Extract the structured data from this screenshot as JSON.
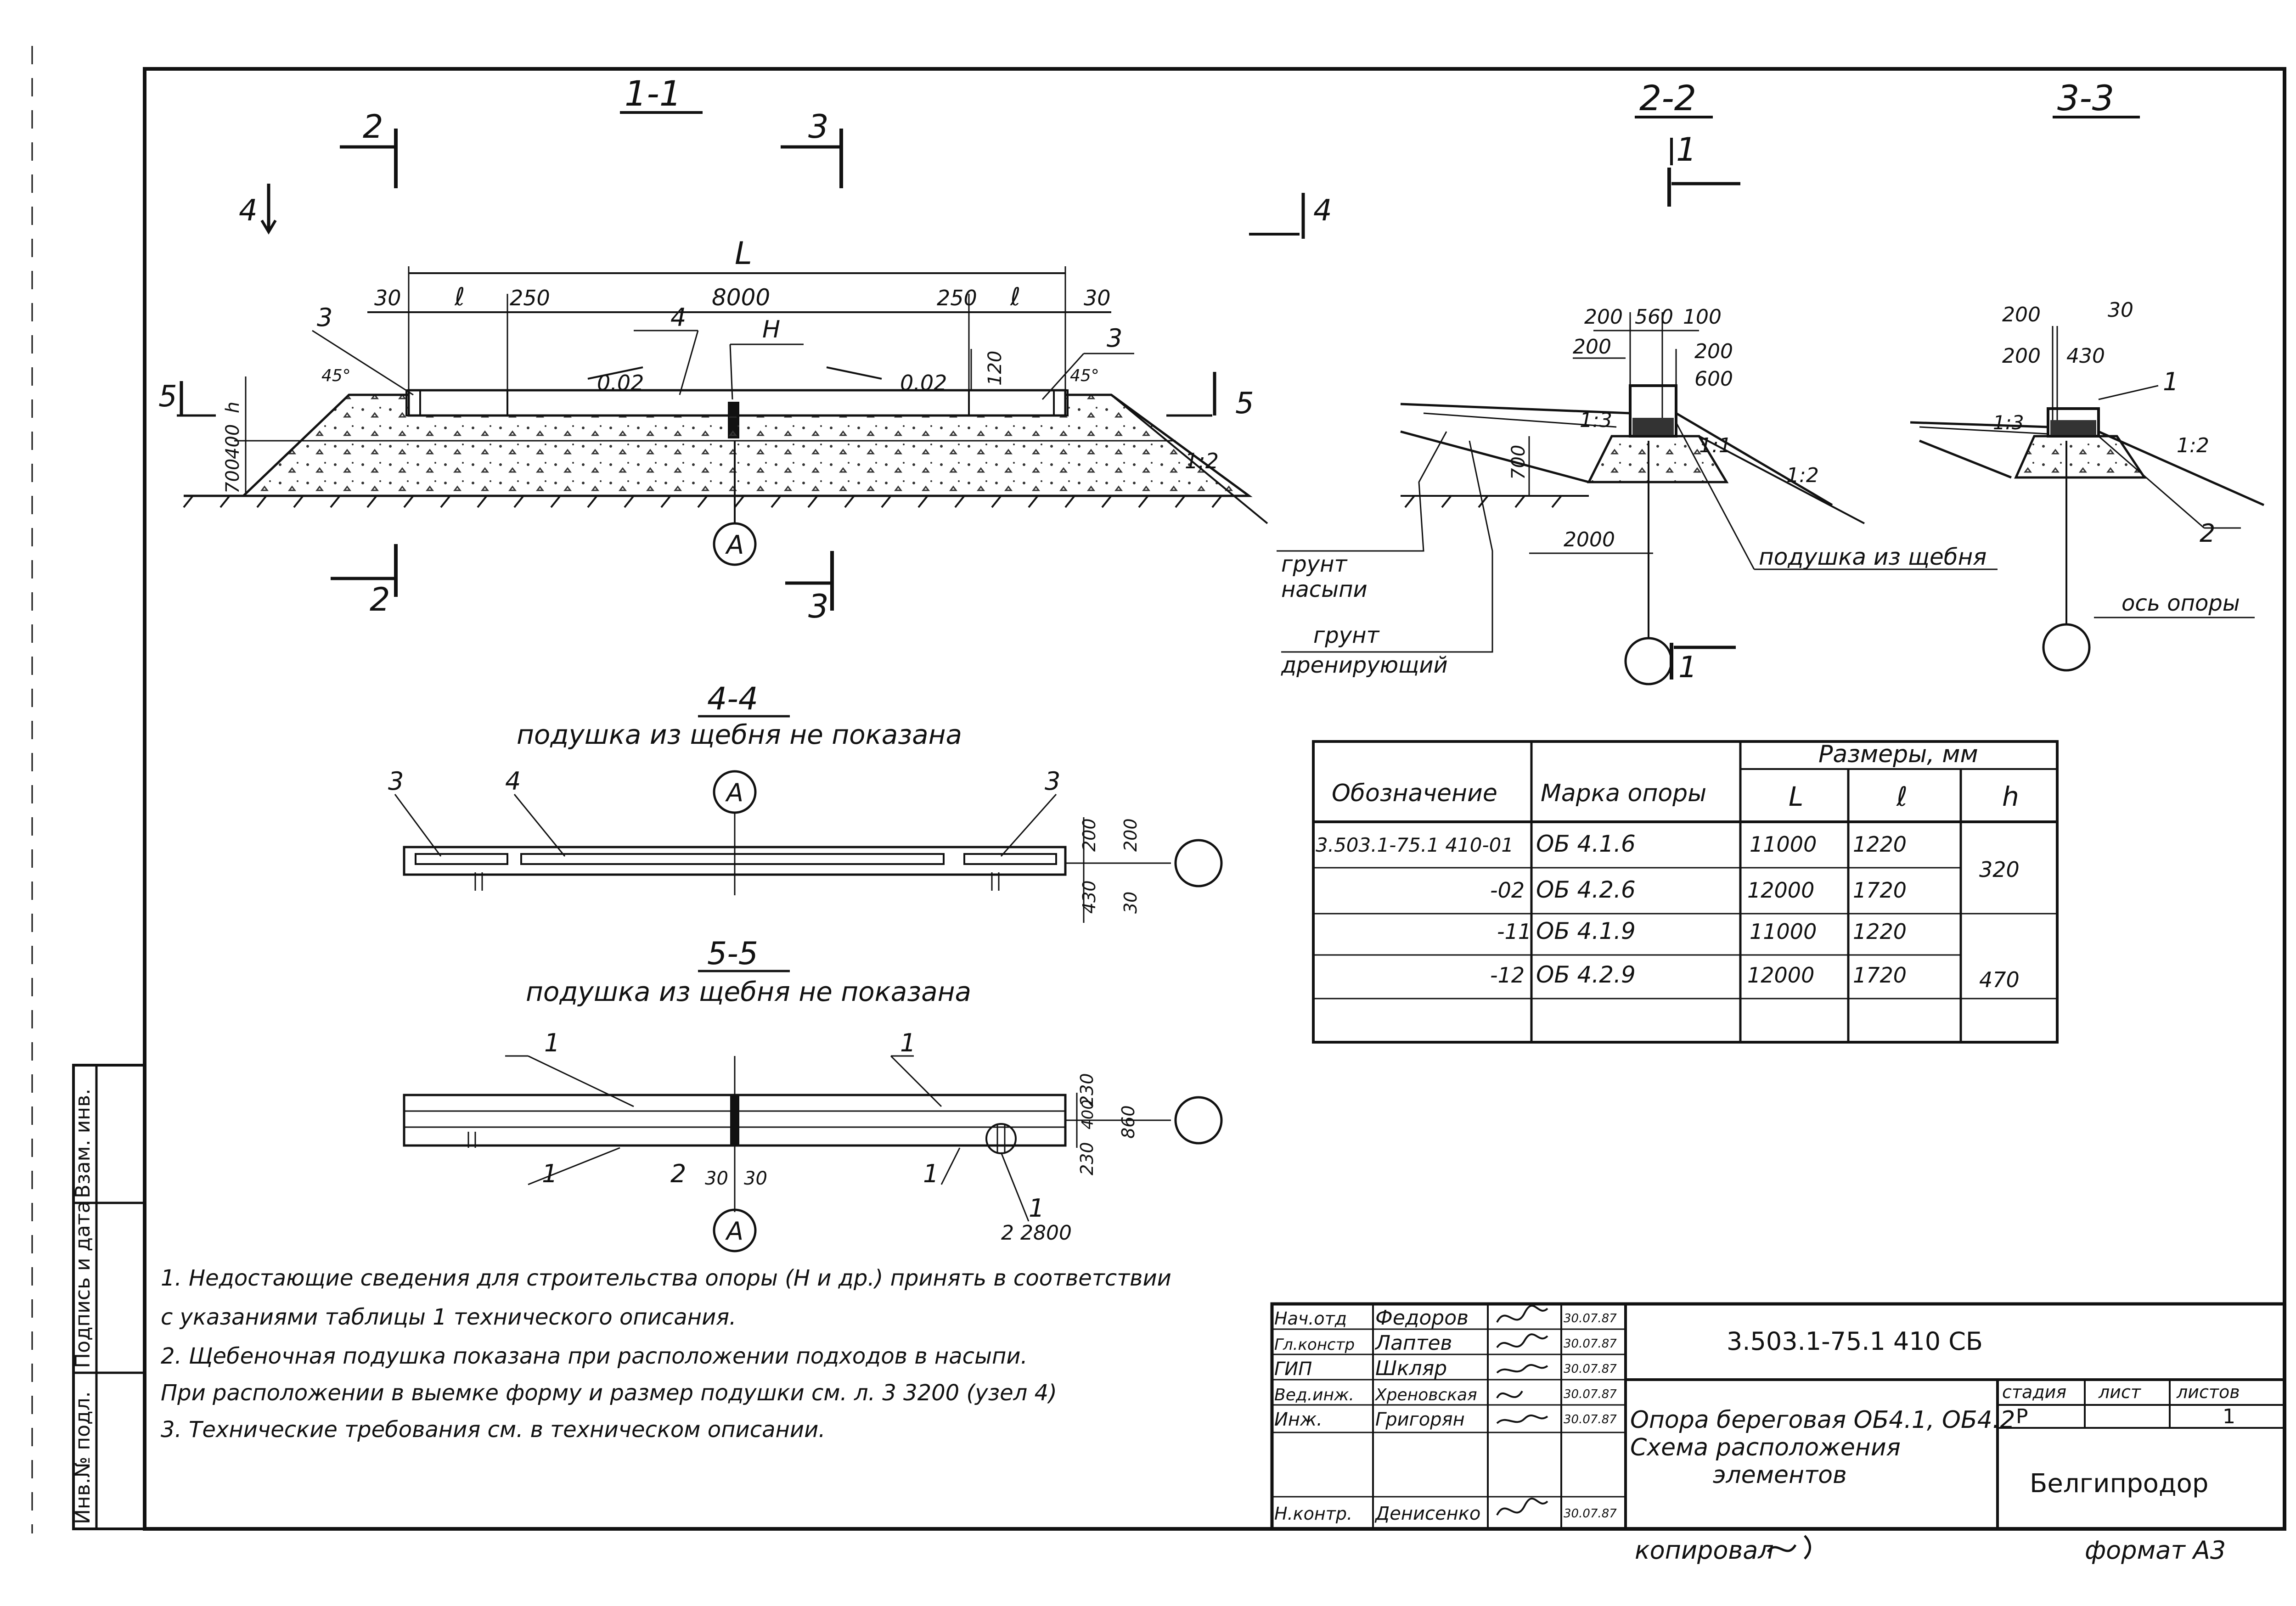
{
  "views": {
    "section_1_1": {
      "title": "1-1",
      "dims": {
        "L": "L",
        "d30a": "30",
        "l1": "ℓ",
        "d250a": "250",
        "d8000": "8000",
        "d250b": "250",
        "l2": "ℓ",
        "d30b": "30",
        "d120": "120",
        "h": "h",
        "d400": "400",
        "d700": "700"
      },
      "slope_left": "0.02",
      "slope_right": "0.02",
      "slope_embank": "1:2",
      "angle_left": "45°",
      "angle_right": "45°",
      "labels": {
        "c3a": "3",
        "c4": "4",
        "cH": "H",
        "c3b": "3"
      },
      "cuts": {
        "c2top": "2",
        "c3top": "3",
        "c4left": "4",
        "c4right": "4",
        "c5left": "5",
        "c5right": "5",
        "c2bot": "2",
        "c3bot": "3"
      },
      "axis": "A"
    },
    "section_2_2": {
      "title": "2-2",
      "dims": {
        "d200a": "200",
        "d560": "560",
        "d100": "100",
        "d200b": "200",
        "d200c": "200",
        "d600": "600",
        "d700": "700",
        "d2000": "2000"
      },
      "slope_a": "1:3",
      "slope_b": "1:1",
      "slope_c": "1:2",
      "cut": "1",
      "cut_bottom": "1",
      "labels": {
        "fill_soil_1": "грунт",
        "fill_soil_2": "насыпи",
        "drain_soil_1": "грунт",
        "drain_soil_2": "дренирующий",
        "cushion": "подушка из щебня"
      }
    },
    "section_3_3": {
      "title": "3-3",
      "dims": {
        "d200a": "200",
        "d30": "30",
        "d200b": "200",
        "d430": "430"
      },
      "slope_a": "1:3",
      "slope_b": "1:2",
      "labels": {
        "c1": "1",
        "c2": "2",
        "axis": "ось опоры"
      }
    },
    "section_4_4": {
      "title": "4-4",
      "subtitle": "подушка из щебня не показана",
      "axis": "A",
      "labels": {
        "c3a": "3",
        "c4": "4",
        "c3b": "3"
      },
      "dims": {
        "d200a": "200",
        "d200b": "200",
        "d430": "430",
        "d30": "30"
      }
    },
    "section_5_5": {
      "title": "5-5",
      "subtitle": "подушка из щебня не показана",
      "axis": "A",
      "labels": {
        "c1a": "1",
        "c1b": "1",
        "c1c": "1",
        "c1d": "1",
        "c1e": "1",
        "c2": "2",
        "d30a": "30",
        "d30b": "30",
        "d2800": "2 2800"
      },
      "dims": {
        "d230a": "230",
        "d400": "400",
        "d860": "860",
        "d230b": "230"
      }
    }
  },
  "table": {
    "headers": {
      "designation": "Обозначение",
      "brand": "Марка опоры",
      "sizes": "Размеры, мм",
      "L": "L",
      "l": "ℓ",
      "h": "h"
    },
    "rows": [
      {
        "designation": "3.503.1-75.1 410-01",
        "brand": "ОБ 4.1.6",
        "L": "11000",
        "l": "1220"
      },
      {
        "designation": "-02",
        "brand": "ОБ 4.2.6",
        "L": "12000",
        "l": "1720"
      },
      {
        "designation": "-11",
        "brand": "ОБ 4.1.9",
        "L": "11000",
        "l": "1220"
      },
      {
        "designation": "-12",
        "brand": "ОБ 4.2.9",
        "L": "12000",
        "l": "1720"
      }
    ],
    "h_values": [
      "320",
      "470"
    ]
  },
  "notes": [
    "1. Недостающие сведения для строительства опоры (Н и др.) принять в соответствии",
    "с указаниями таблицы 1 технического описания.",
    "2. Щебеночная подушка показана при расположении подходов в насыпи.",
    "При расположении в выемке форму и размер подушки см. л. 3 3200 (узел 4)",
    "3. Технические требования см. в техническом описании."
  ],
  "title_block": {
    "roles": [
      "Нач.отд",
      "Гл.констр",
      "ГИП",
      "Вед.инж.",
      "Инж.",
      "Н.контр."
    ],
    "names": [
      "Федоров",
      "Лаптев",
      "Шкляр",
      "Хреновская",
      "Григорян",
      "Денисенко"
    ],
    "dates": [
      "30.07.87",
      "30.07.87",
      "30.07.87",
      "30.07.87",
      "30.07.87",
      "30.07.87"
    ],
    "code": "3.503.1-75.1 410 СБ",
    "name_1": "Опора береговая ОБ4.1, ОБ4.2",
    "name_2": "Схема расположения",
    "name_3": "элементов",
    "stage_h": "стадия",
    "sheet_h": "лист",
    "sheets_h": "листов",
    "stage": "Р",
    "sheets": "1",
    "org": "Белгипродор",
    "copied": "копировал",
    "format": "формат А3"
  },
  "side_stamp": {
    "inv": "Инв.№ подл.",
    "sign": "Подпись и дата",
    "swap": "Взам. инв."
  }
}
